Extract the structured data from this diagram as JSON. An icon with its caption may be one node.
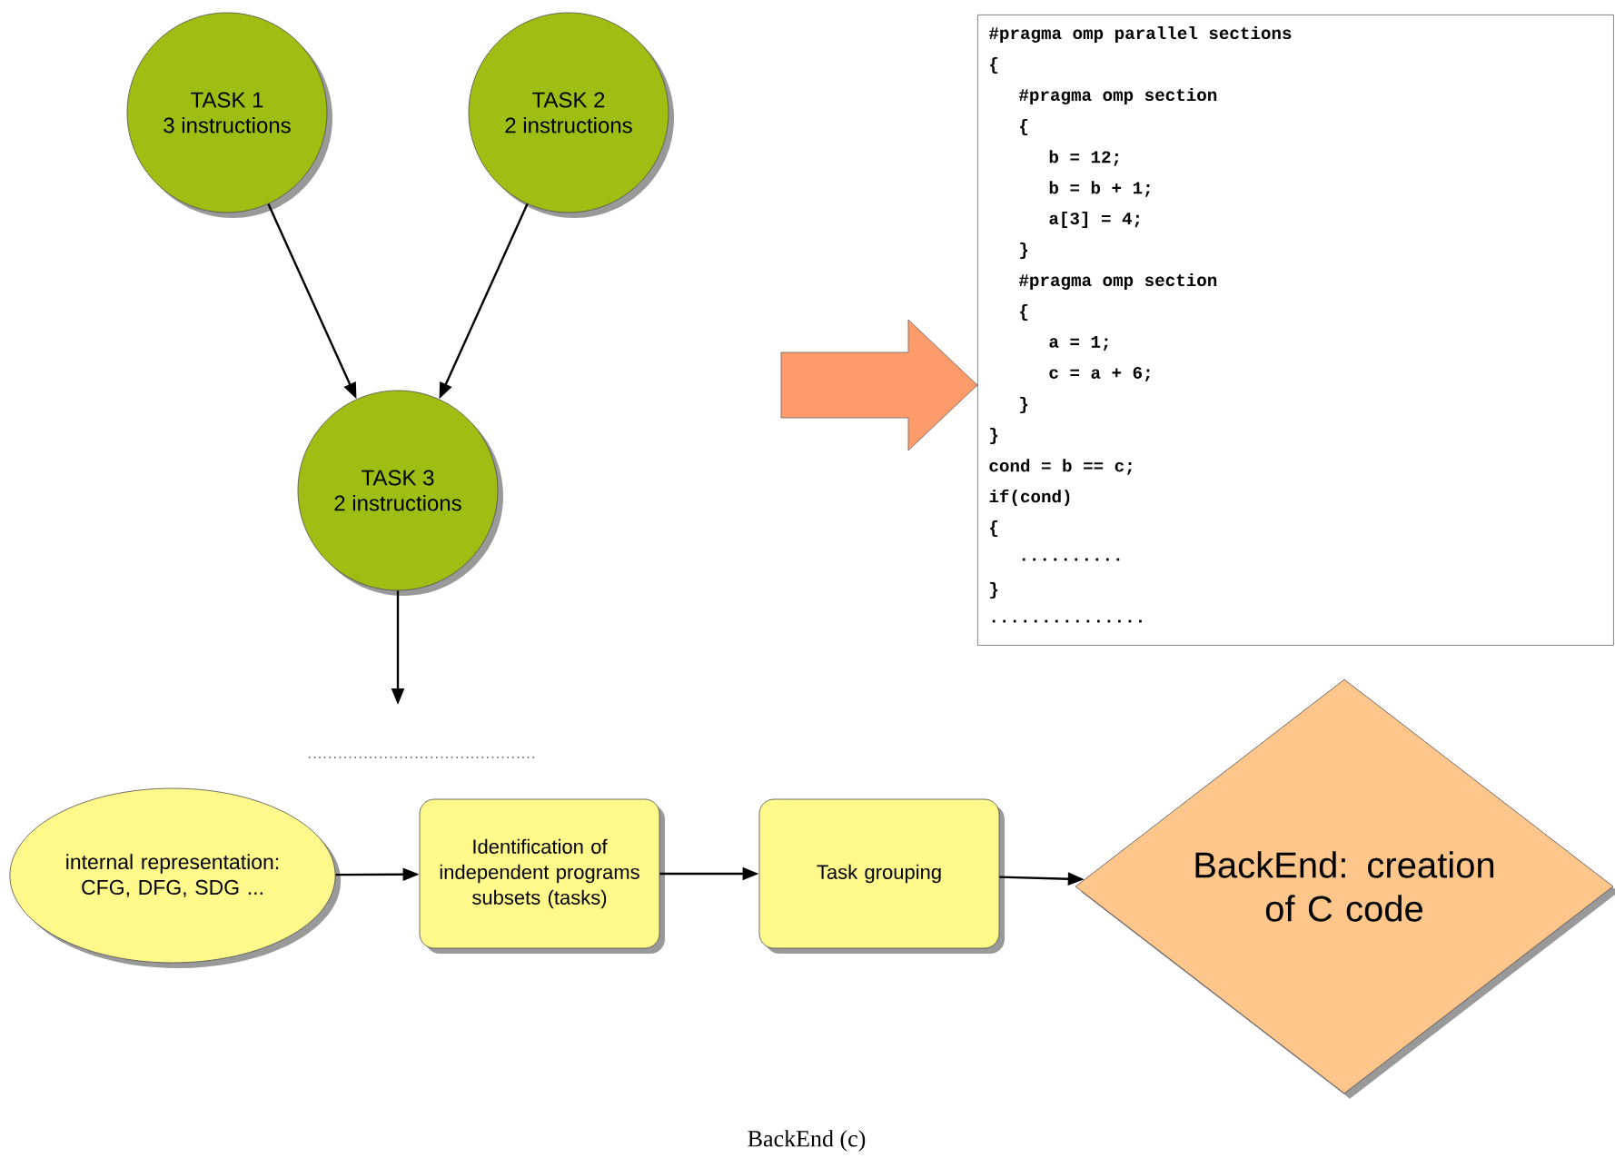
{
  "diagram": {
    "caption": "BackEnd (c)",
    "nodes": [
      {
        "text": [
          "TASK 1",
          "3 instructions"
        ]
      },
      {
        "text": [
          "TASK 2",
          "2 instructions"
        ]
      },
      {
        "text": [
          "TASK 3",
          "2 instructions"
        ]
      },
      {
        "text": [
          "#pragma omp parallel sections",
          "{",
          "#pragma omp section",
          "{",
          "b = 12;",
          "b = b + 1;",
          "a[3] = 4;",
          "}",
          "#pragma omp section",
          "{",
          "a = 1;",
          "c = a + 6;",
          "}",
          "}",
          "cond = b == c;",
          "if(cond)",
          "{",
          "..........",
          "}",
          "..............."
        ]
      },
      {
        "text": [
          "internal representation: CFG, DFG, SDG ..."
        ]
      },
      {
        "text": [
          "Identification of independent programs subsets (tasks)"
        ]
      },
      {
        "text": [
          "Task grouping"
        ]
      },
      {
        "text": [
          "BackEnd: creation of C code"
        ]
      }
    ],
    "edges": [
      {
        "from": 0,
        "to": 2,
        "arrow": "to"
      },
      {
        "from": 1,
        "to": 2,
        "arrow": "to"
      },
      {
        "from": 2,
        "to": null,
        "arrow": "to"
      },
      {
        "from": null,
        "to": 3,
        "arrow": "to",
        "style": "thick",
        "color": "#fc9a6c"
      },
      {
        "from": 4,
        "to": 5,
        "arrow": "to"
      },
      {
        "from": 5,
        "to": 6,
        "arrow": "to"
      },
      {
        "from": 6,
        "to": 7,
        "arrow": "to"
      }
    ]
  }
}
